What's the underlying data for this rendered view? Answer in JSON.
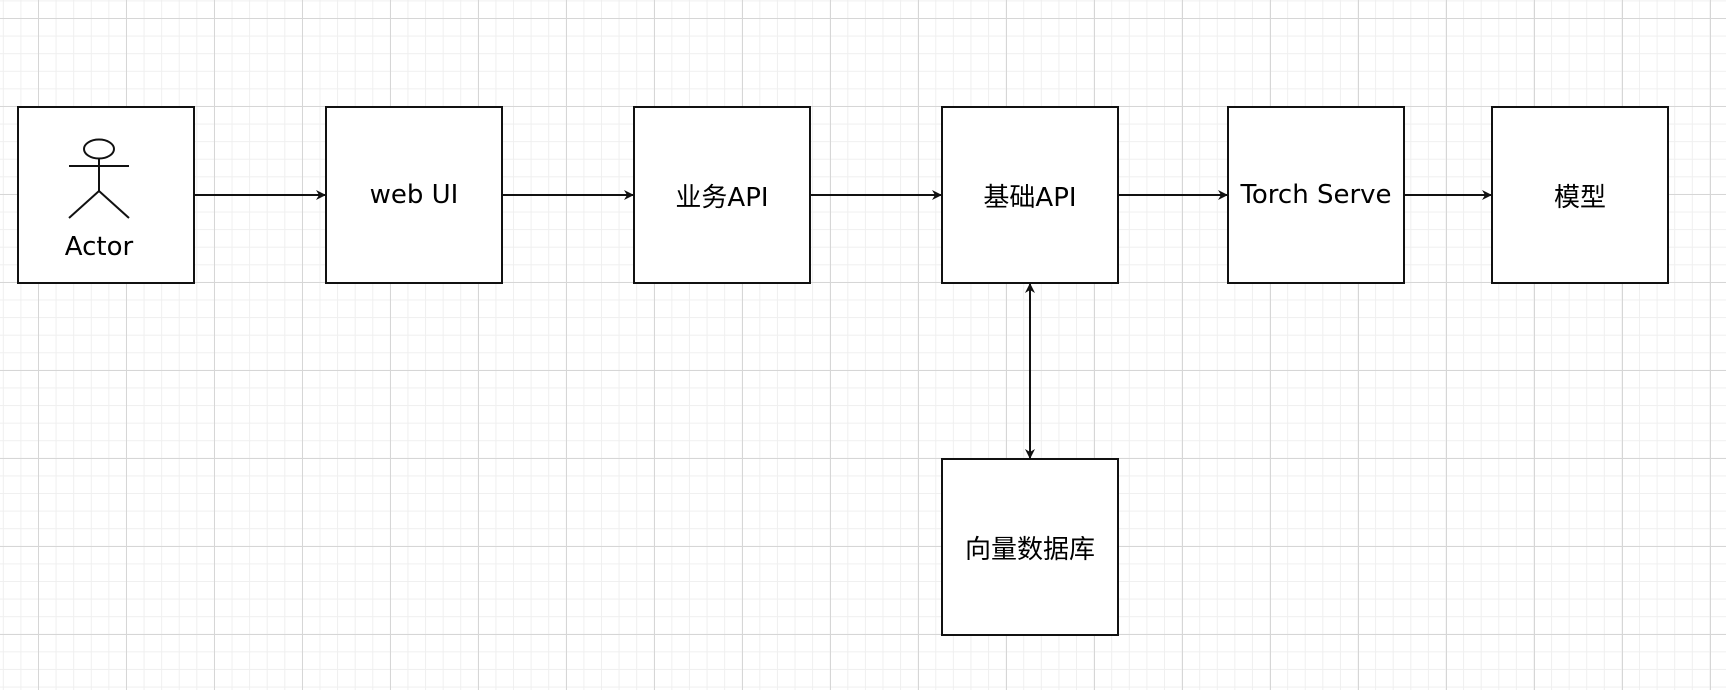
{
  "diagram": {
    "nodes": [
      {
        "id": "actor",
        "label": "Actor",
        "icon": "stick-figure-icon"
      },
      {
        "id": "webui",
        "label": "web UI"
      },
      {
        "id": "biz",
        "label": "业务API"
      },
      {
        "id": "base",
        "label": "基础API"
      },
      {
        "id": "torch",
        "label": "Torch Serve"
      },
      {
        "id": "model",
        "label": "模型"
      },
      {
        "id": "vdb",
        "label": "向量数据库"
      }
    ],
    "edges": [
      {
        "from": "actor",
        "to": "webui",
        "direction": "forward"
      },
      {
        "from": "webui",
        "to": "biz",
        "direction": "forward"
      },
      {
        "from": "biz",
        "to": "base",
        "direction": "forward"
      },
      {
        "from": "base",
        "to": "torch",
        "direction": "forward"
      },
      {
        "from": "torch",
        "to": "model",
        "direction": "forward"
      },
      {
        "from": "base",
        "to": "vdb",
        "direction": "both"
      }
    ],
    "colors": {
      "stroke": "#111111",
      "grid_major": "#d6d6d6",
      "grid_minor": "#efefef",
      "background": "#ffffff"
    }
  }
}
